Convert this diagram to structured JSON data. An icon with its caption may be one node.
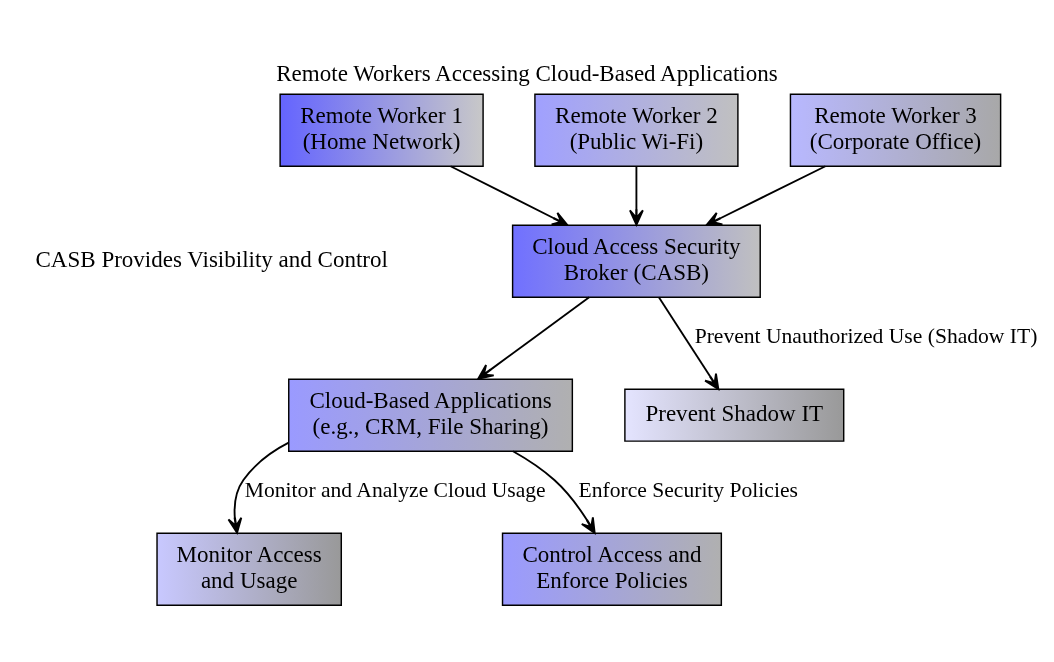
{
  "diagram": {
    "title": "Remote Workers Accessing Cloud-Based Applications",
    "nodes": [
      {
        "text": [
          "Remote Worker 1 (Home Network)"
        ]
      },
      {
        "text": [
          "Remote Worker 2 (Public Wi-Fi)"
        ]
      },
      {
        "text": [
          "Remote Worker 3 (Corporate Office)"
        ]
      },
      {
        "text": [
          "Cloud Access Security Broker (CASB)"
        ]
      },
      {
        "text": [
          "Cloud-Based Applications (e.g., CRM, File Sharing)"
        ]
      },
      {
        "text": [
          "Monitor Access and Usage"
        ]
      },
      {
        "text": [
          "Control Access and Enforce Policies"
        ]
      },
      {
        "text": [
          "Prevent Shadow IT"
        ]
      }
    ],
    "edges": [
      {
        "from": 0,
        "to": 3,
        "arrow": "to"
      },
      {
        "from": 1,
        "to": 3,
        "arrow": "to"
      },
      {
        "from": 2,
        "to": 3,
        "arrow": "to"
      },
      {
        "from": 3,
        "to": 4,
        "arrow": "to"
      },
      {
        "from": 4,
        "to": 5,
        "label": "Monitor and Analyze Cloud Usage",
        "arrow": "to"
      },
      {
        "from": 4,
        "to": 6,
        "label": "Enforce Security Policies",
        "arrow": "to"
      },
      {
        "from": 3,
        "to": 7,
        "label": "Prevent Unauthorized Use (Shadow IT)",
        "arrow": "to"
      }
    ],
    "labels": [
      "CASB Provides Visibility and Control"
    ]
  }
}
